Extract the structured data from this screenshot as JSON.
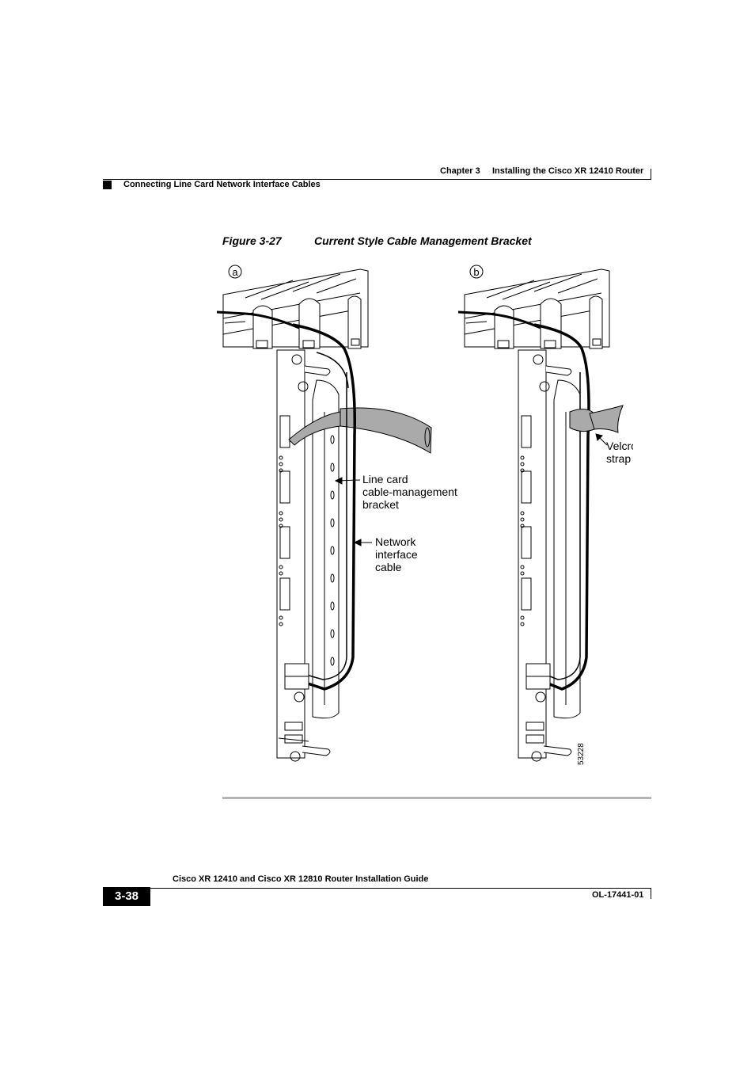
{
  "header": {
    "chapter": "Chapter 3",
    "chapter_title": "Installing the Cisco XR 12410 Router",
    "section": "Connecting Line Card Network Interface Cables"
  },
  "figure": {
    "number": "Figure 3-27",
    "title": "Current Style Cable Management Bracket",
    "panel_a": "a",
    "panel_b": "b",
    "callout_bracket": [
      "Line card",
      "cable-management",
      "bracket"
    ],
    "callout_cable": [
      "Network",
      "interface",
      "cable"
    ],
    "callout_velcro": [
      "Velcro",
      "strap"
    ],
    "art_id": "53228"
  },
  "footer": {
    "guide_title": "Cisco XR 12410 and Cisco XR 12810 Router Installation Guide",
    "page_number": "3-38",
    "doc_number": "OL-17441-01"
  }
}
